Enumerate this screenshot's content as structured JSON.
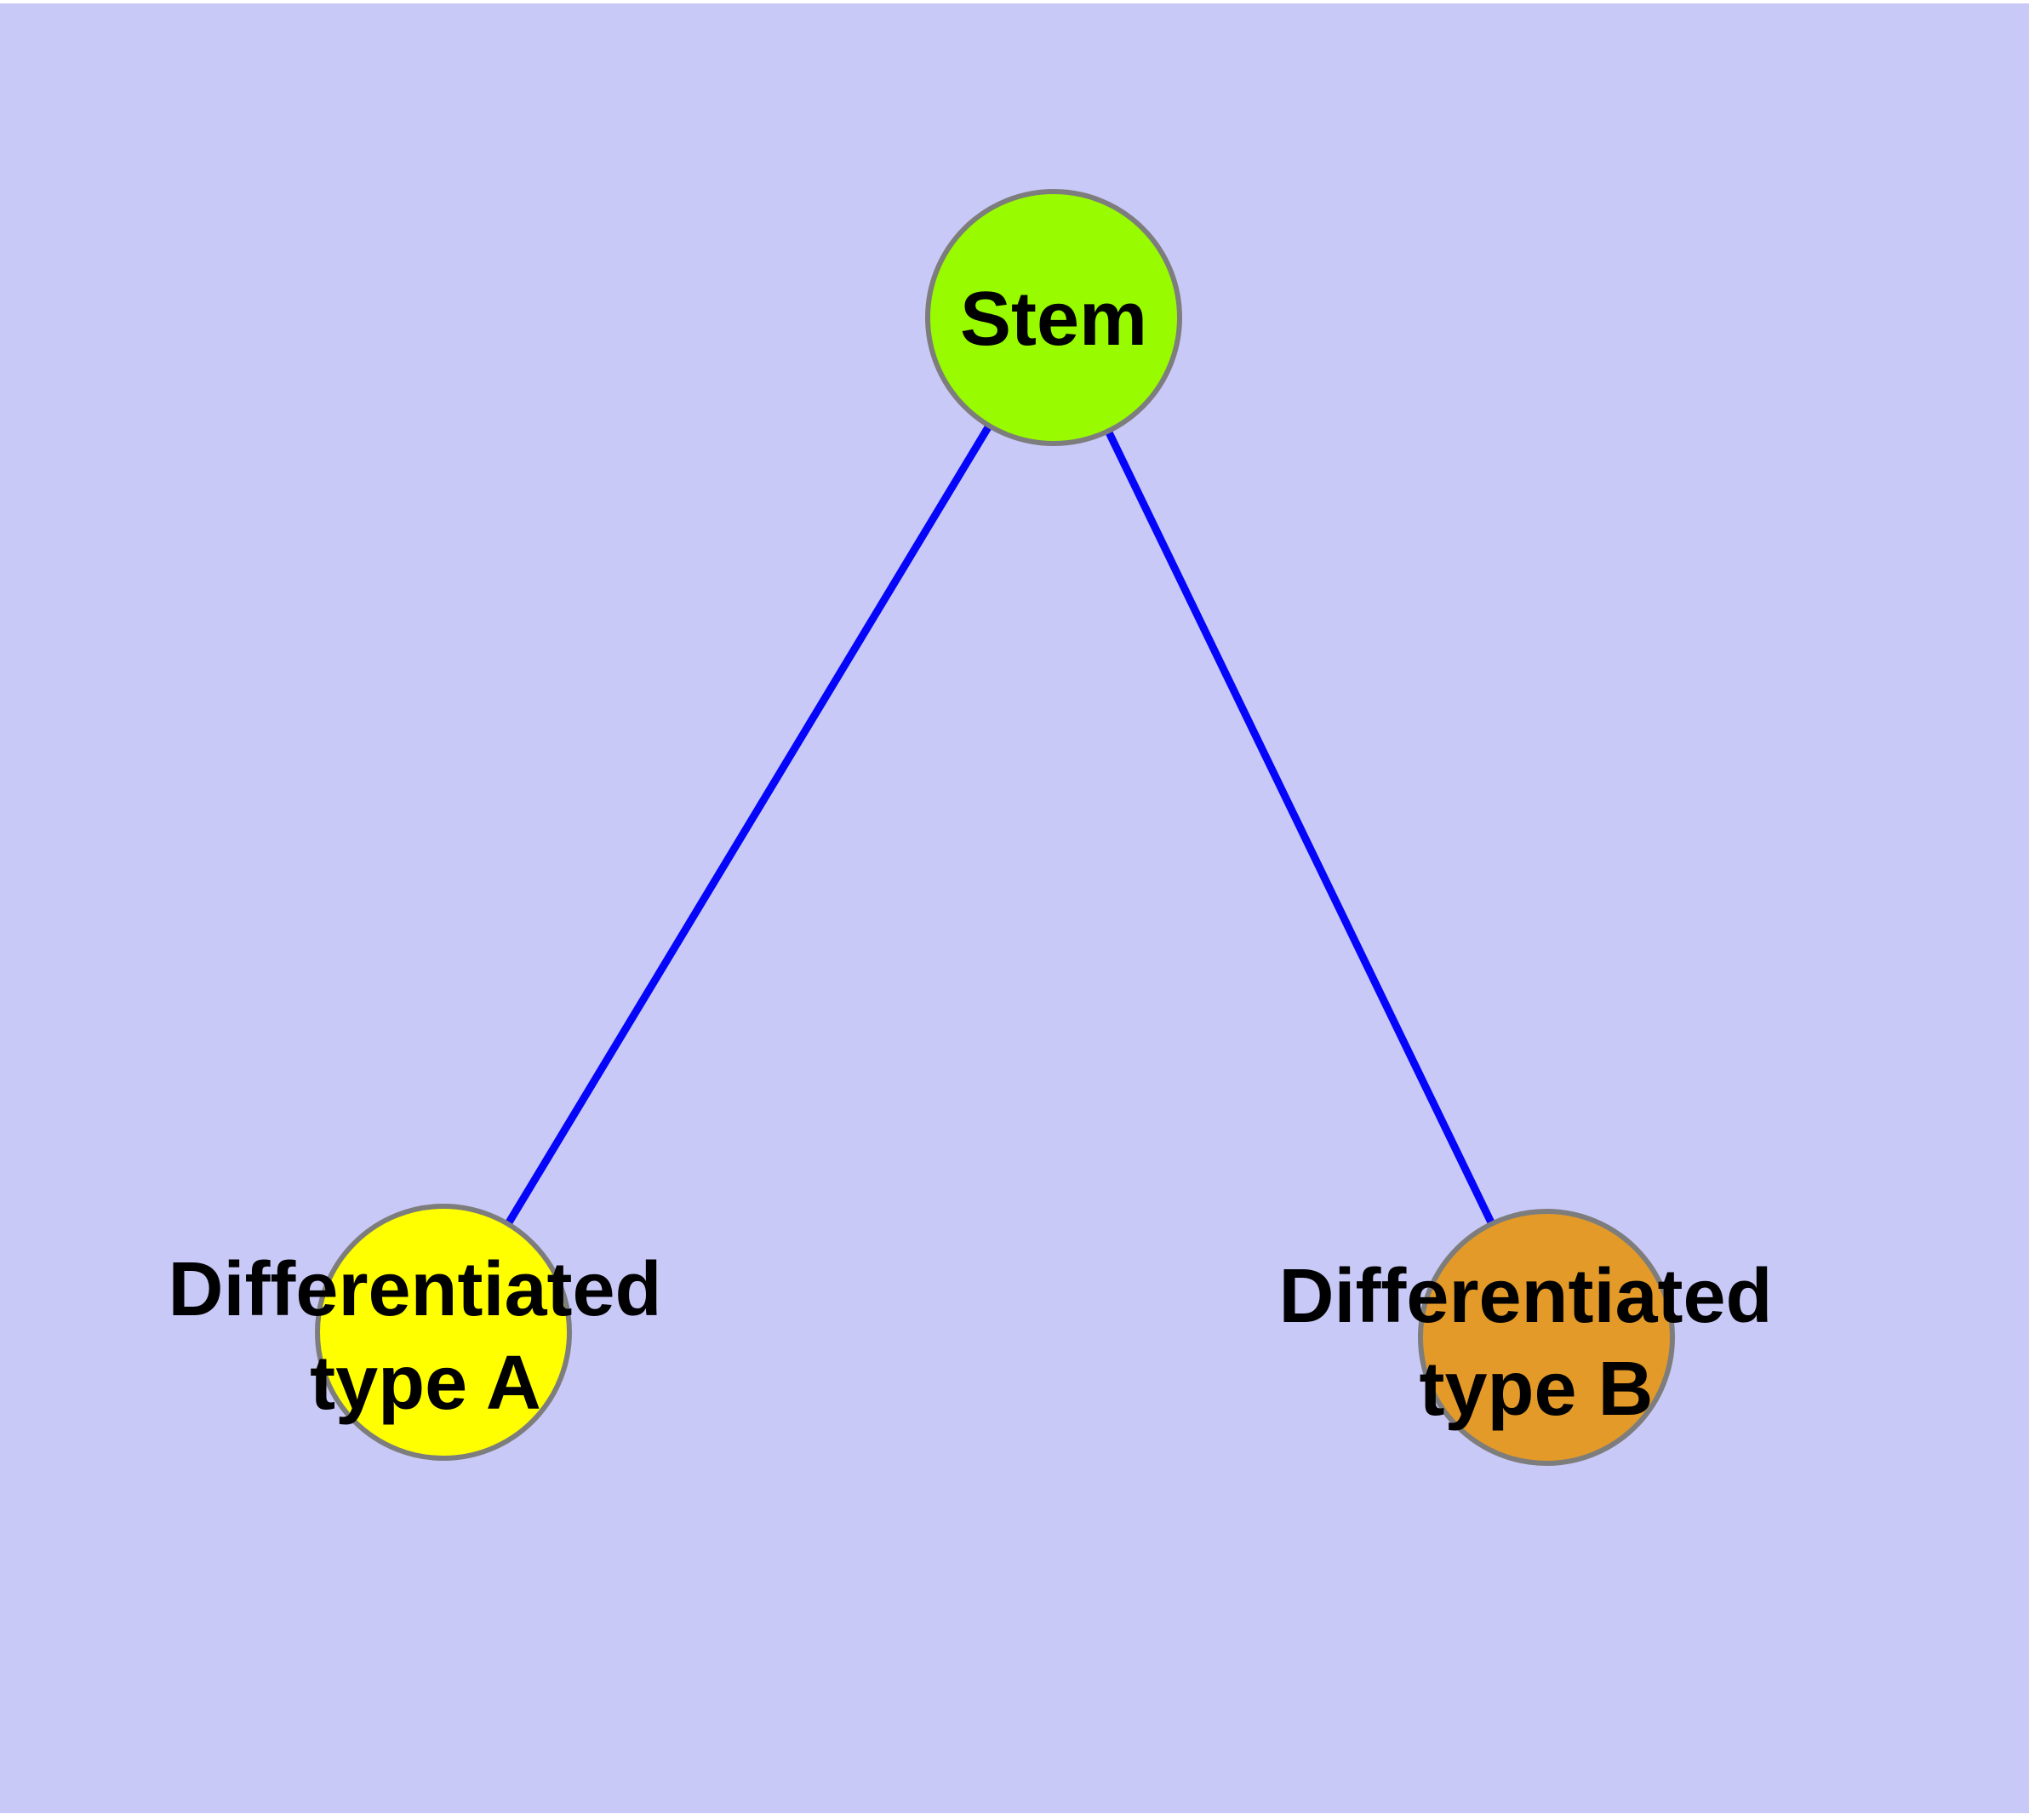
{
  "diagram": {
    "type": "node-link-graph",
    "background_color": "#C9C9F7",
    "page_color": "#FFFFFF",
    "edge_color": "#0505FA",
    "node_border_color": "#7D7D7D",
    "label_color": "#000000",
    "nodes": [
      {
        "id": "stem",
        "label": "Stem",
        "color": "#98FB00"
      },
      {
        "id": "differentiated-type-a",
        "label": "Differentiated type A",
        "label_line1": "Differentiated",
        "label_line2": "type A",
        "color": "#FFFF00"
      },
      {
        "id": "differentiated-type-b",
        "label": "Differentiated type B",
        "label_line1": "Differentiated",
        "label_line2": "type B",
        "color": "#E39A28"
      }
    ],
    "edges": [
      {
        "from": "Stem",
        "to": "Differentiated type A"
      },
      {
        "from": "Stem",
        "to": "Differentiated type B"
      }
    ]
  }
}
